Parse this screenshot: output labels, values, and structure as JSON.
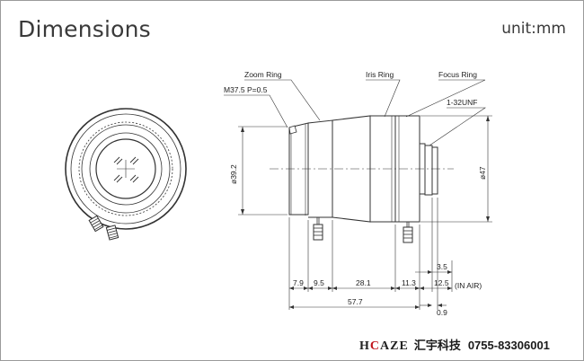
{
  "header": {
    "title": "Dimensions",
    "unit": "unit:mm"
  },
  "callouts": {
    "zoom_ring": "Zoom Ring",
    "iris_ring": "Iris Ring",
    "focus_ring": "Focus Ring",
    "thread_front": "M37.5 P=0.5",
    "thread_rear": "1-32UNF"
  },
  "dimensions": {
    "dia_front": "ø39.2",
    "dia_rear": "ø47",
    "d1": "7.9",
    "d2": "9.5",
    "d3": "28.1",
    "d4": "11.3",
    "d5": "12.5",
    "in_air": "(IN AIR)",
    "d6": "3.5",
    "total": "57.7",
    "d7": "0.9"
  },
  "footer": {
    "brand_prefix": "H",
    "brand_mid": "C",
    "brand_suffix": "AZE",
    "company": "汇宇科技",
    "phone": "0755-83306001"
  }
}
